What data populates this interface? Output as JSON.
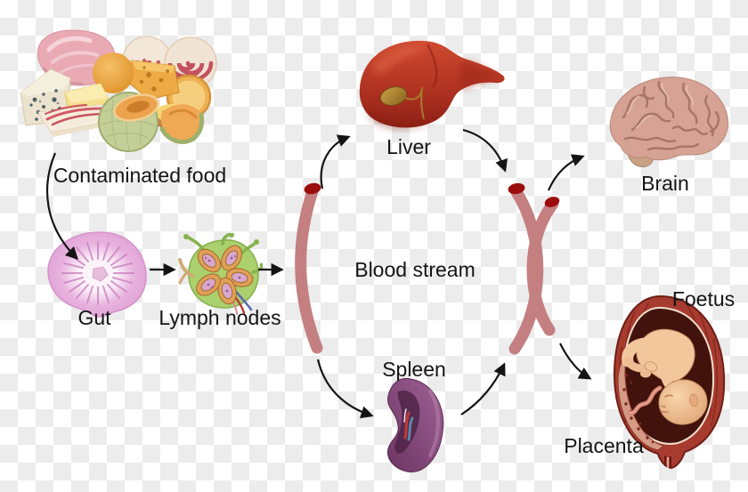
{
  "diagram": {
    "description": "Pathway of contaminated food infection through the body",
    "labels": {
      "contaminated_food": "Contaminated food",
      "gut": "Gut",
      "lymph_nodes": "Lymph nodes",
      "blood_stream": "Blood stream",
      "liver": "Liver",
      "spleen": "Spleen",
      "brain": "Brain",
      "foetus": "Foetus",
      "placenta": "Placenta"
    },
    "flow_edges": [
      {
        "from": "Contaminated food",
        "to": "Gut"
      },
      {
        "from": "Gut",
        "to": "Lymph nodes"
      },
      {
        "from": "Lymph nodes",
        "to": "Blood stream"
      },
      {
        "from": "Blood stream",
        "to": "Liver"
      },
      {
        "from": "Blood stream",
        "to": "Spleen"
      },
      {
        "from": "Liver",
        "to": "Blood stream"
      },
      {
        "from": "Spleen",
        "to": "Blood stream"
      },
      {
        "from": "Blood stream",
        "to": "Brain"
      },
      {
        "from": "Blood stream",
        "to": "Placenta / Foetus"
      }
    ],
    "colors": {
      "checker_light": "#ffffff",
      "checker_dark": "#ececec",
      "vessel": "#c47f81",
      "bacteria_clump": "#9b0c0c",
      "arrow": "#141414",
      "label_text": "#141414"
    },
    "illustrations": [
      "contaminated-food-illustration",
      "gut-cross-section-illustration",
      "lymph-nodes-illustration",
      "blood-vessel-arcs",
      "liver-illustration",
      "spleen-illustration",
      "brain-illustration",
      "foetus-in-uterus-illustration"
    ]
  }
}
